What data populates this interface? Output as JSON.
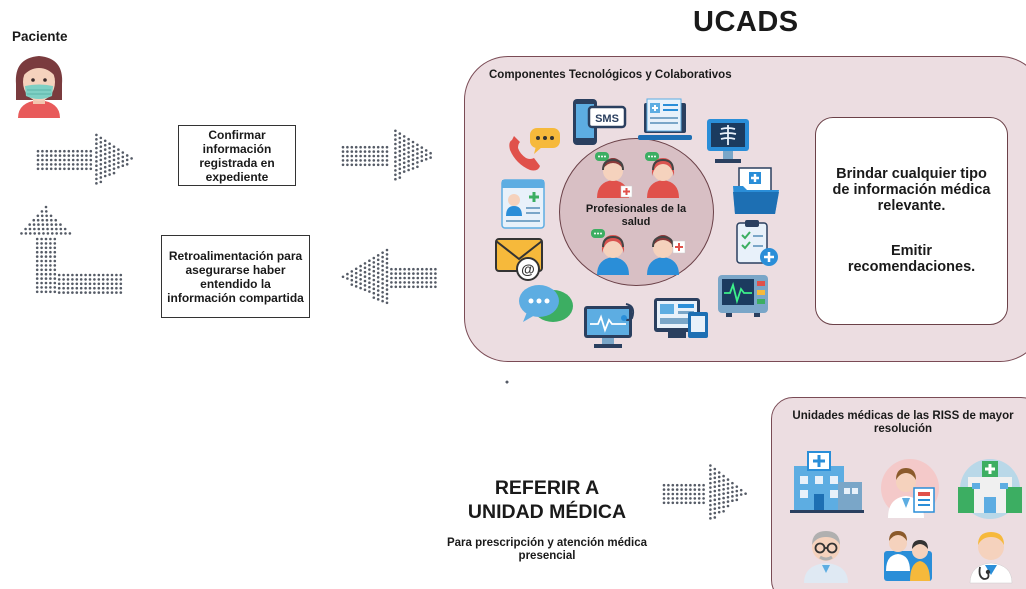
{
  "title": "UCADS",
  "patient": {
    "label": "Paciente"
  },
  "flow": {
    "confirm_box": "Confirmar información registrada en expediente",
    "feedback_box": "Retroalimentación para asegurarse haber entendido la información compartida"
  },
  "tech_panel": {
    "title": "Componentes Tecnológicos y Colaborativos",
    "center_label": "Profesionales de la salud",
    "sms_label": "SMS",
    "info_box": {
      "line1": "Brindar cualquier tipo de información médica relevante.",
      "line2": "Emitir recomendaciones."
    },
    "icons": [
      "phone-chat-icon",
      "sms-phone-icon",
      "medical-record-laptop-icon",
      "xray-monitor-icon",
      "patient-profile-icon",
      "folder-medical-icon",
      "email-icon",
      "clipboard-checklist-icon",
      "chat-bubbles-icon",
      "telemedicine-monitor-icon",
      "ecg-monitor-icon",
      "computer-screens-icon"
    ]
  },
  "refer": {
    "title_line1": "REFERIR A",
    "title_line2": "UNIDAD MÉDICA",
    "subtitle": "Para prescripción y atención médica presencial"
  },
  "riss_panel": {
    "title": "Unidades médicas de las RISS de mayor resolución",
    "icons": [
      "hospital-building-icon",
      "doctor-report-icon",
      "clinic-building-icon",
      "doctor-glasses-icon",
      "doctor-consult-icon",
      "doctor-stethoscope-icon"
    ]
  },
  "colors": {
    "panel_bg": "#ecdde1",
    "panel_border": "#7a4b55",
    "arrow_dots": "#555b66",
    "accent_red": "#e0514b",
    "accent_blue": "#2a8ed8",
    "accent_green": "#3cae62"
  }
}
